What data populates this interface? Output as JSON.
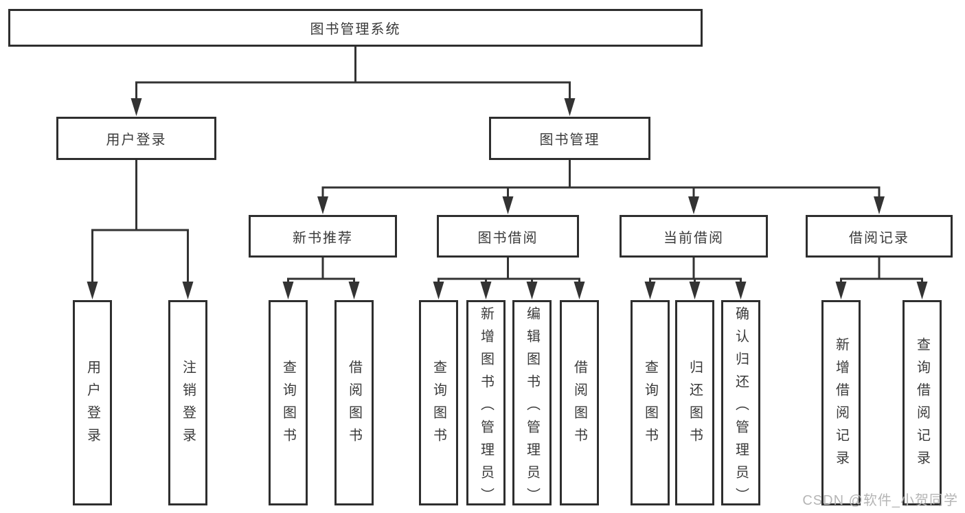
{
  "diagram": {
    "title": "图书管理系统",
    "watermark": "CSDN @软件_小贺同学",
    "colors": {
      "background": "#ffffff",
      "box_border": "#2e2e2e",
      "line": "#333333",
      "text": "#3a3a3a",
      "watermark": "#b5b5b5"
    },
    "nodes": {
      "root": {
        "label": "图书管理系统"
      },
      "user_login": {
        "label": "用户登录"
      },
      "book_mgmt": {
        "label": "图书管理"
      },
      "new_book_rec": {
        "label": "新书推荐"
      },
      "book_borrow": {
        "label": "图书借阅"
      },
      "current_borrow": {
        "label": "当前借阅"
      },
      "borrow_records": {
        "label": "借阅记录"
      },
      "leaf_user_login": {
        "label": "用户登录"
      },
      "leaf_logout": {
        "label": "注销登录"
      },
      "leaf_rec_query": {
        "label": "查询图书"
      },
      "leaf_rec_borrow": {
        "label": "借阅图书"
      },
      "leaf_bb_query": {
        "label": "查询图书"
      },
      "leaf_bb_add": {
        "label": "新增图书（管理员）"
      },
      "leaf_bb_edit": {
        "label": "编辑图书（管理员）"
      },
      "leaf_bb_borrow": {
        "label": "借阅图书"
      },
      "leaf_cb_query": {
        "label": "查询图书"
      },
      "leaf_cb_return": {
        "label": "归还图书"
      },
      "leaf_cb_confirm": {
        "label": "确认归还（管理员）"
      },
      "leaf_br_add": {
        "label": "新增借阅记录"
      },
      "leaf_br_query": {
        "label": "查询借阅记录"
      }
    },
    "hierarchy": [
      {
        "parent": "图书管理系统",
        "children": [
          "用户登录",
          "图书管理"
        ]
      },
      {
        "parent": "用户登录",
        "children": [
          "用户登录",
          "注销登录"
        ]
      },
      {
        "parent": "图书管理",
        "children": [
          "新书推荐",
          "图书借阅",
          "当前借阅",
          "借阅记录"
        ]
      },
      {
        "parent": "新书推荐",
        "children": [
          "查询图书",
          "借阅图书"
        ]
      },
      {
        "parent": "图书借阅",
        "children": [
          "查询图书",
          "新增图书（管理员）",
          "编辑图书（管理员）",
          "借阅图书"
        ]
      },
      {
        "parent": "当前借阅",
        "children": [
          "查询图书",
          "归还图书",
          "确认归还（管理员）"
        ]
      },
      {
        "parent": "借阅记录",
        "children": [
          "新增借阅记录",
          "查询借阅记录"
        ]
      }
    ]
  }
}
